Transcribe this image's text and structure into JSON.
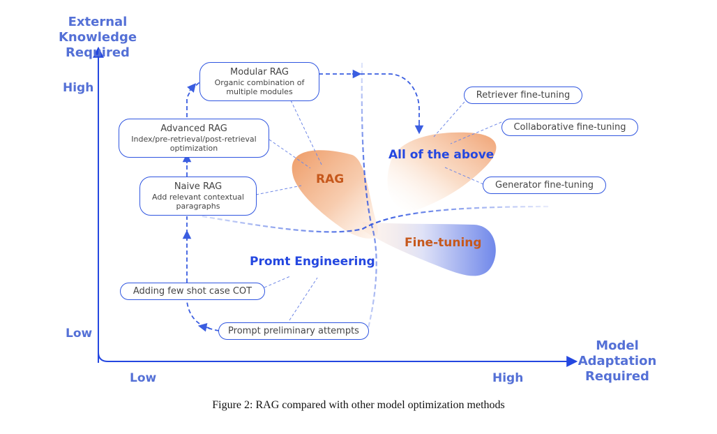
{
  "axes": {
    "y_title": [
      "External Knowledge",
      "Required"
    ],
    "x_title": [
      "Model Adaptation",
      "Required"
    ],
    "y_ticks": {
      "high": "High",
      "low": "Low"
    },
    "x_ticks": {
      "low": "Low",
      "high": "High"
    }
  },
  "regions": {
    "rag": "RAG",
    "all": "All of the above",
    "fine_tuning": "Fine-tuning",
    "prompt_engineering": "Promt Engineering"
  },
  "rag_boxes": {
    "modular": {
      "title": "Modular RAG",
      "sub1": "Organic combination of",
      "sub2": "multiple modules"
    },
    "advanced": {
      "title": "Advanced RAG",
      "sub1": "Index/pre-retrieval/post-retrieval",
      "sub2": "optimization"
    },
    "naive": {
      "title": "Naive RAG",
      "sub1": "Add relevant contextual",
      "sub2": "paragraphs"
    }
  },
  "prompt_boxes": {
    "cot": "Adding few shot case COT",
    "preliminary": "Prompt preliminary attempts"
  },
  "fine_tuning_boxes": {
    "retriever": "Retriever fine-tuning",
    "collaborative": "Collaborative fine-tuning",
    "generator": "Generator fine-tuning"
  },
  "colors": {
    "axis_blue": "#2447e0",
    "label_blue": "#5470d6",
    "rag_orange": "#c6581c",
    "blob_orange": "#f0a273",
    "blob_blue": "#7f95ec"
  },
  "caption": "Figure 2: RAG compared with other model optimization methods"
}
